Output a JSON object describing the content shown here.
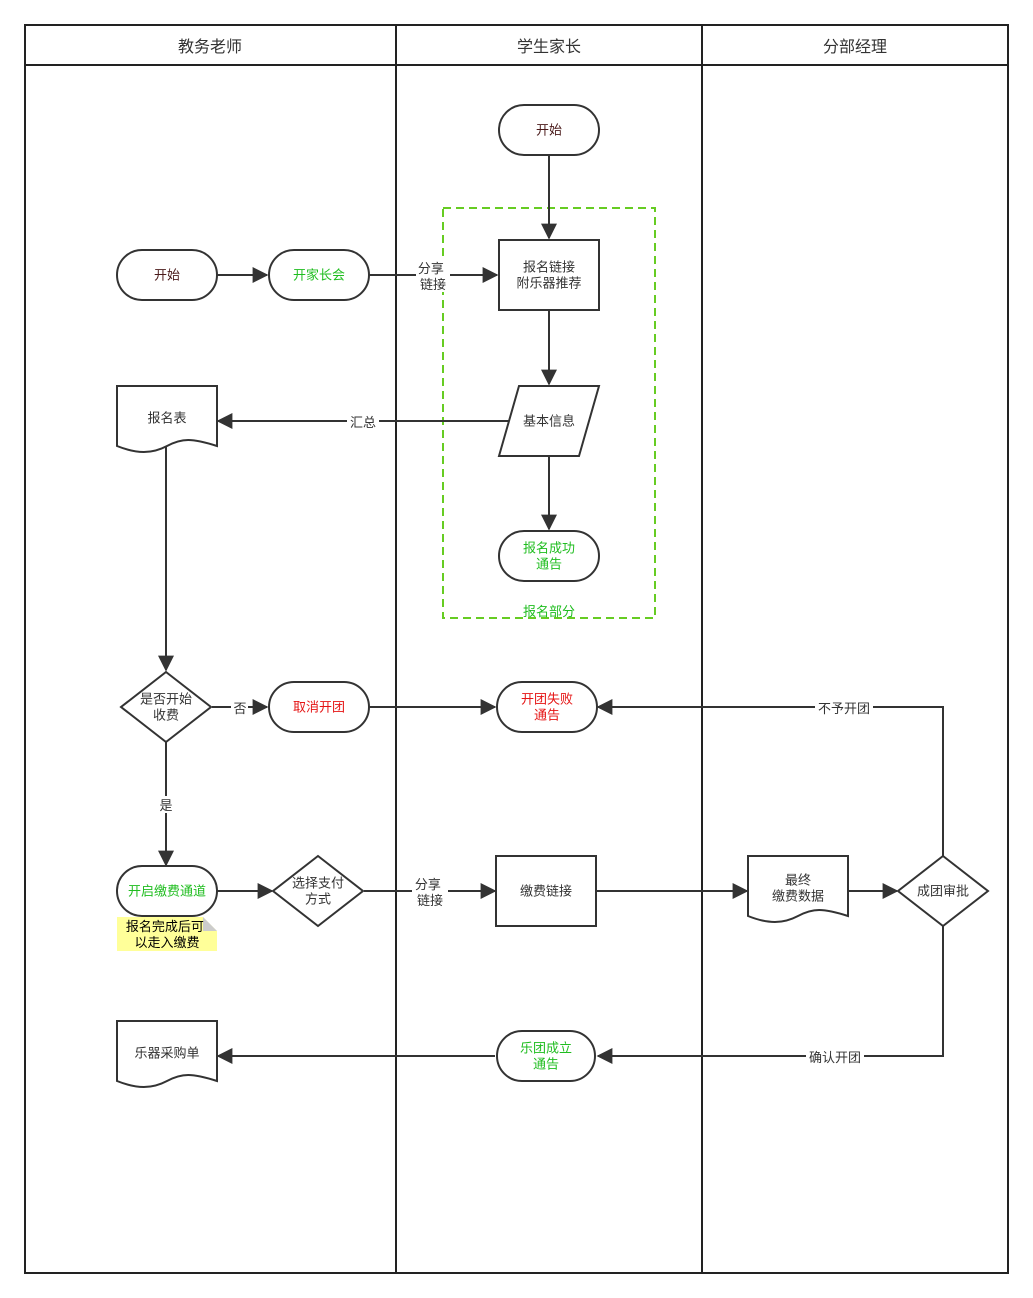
{
  "colors": {
    "black_text": "#333333",
    "green_text": "#1fbd1f",
    "red_text": "#e51414",
    "dashed_group": "#66cc22",
    "note_fill": "#ffff99"
  },
  "lanes": [
    {
      "title": "教务老师"
    },
    {
      "title": "学生家长"
    },
    {
      "title": "分部经理"
    }
  ],
  "group": {
    "label": "报名部分"
  },
  "nodes": {
    "start_parent": {
      "lines": [
        "开始"
      ],
      "color": "#4a1a1a"
    },
    "start_teacher": {
      "lines": [
        "开始"
      ],
      "color": "#4a1a1a"
    },
    "meeting": {
      "lines": [
        "开家长会"
      ],
      "color": "#1fbd1f"
    },
    "signup_link": {
      "lines": [
        "报名链接",
        "附乐器推荐"
      ],
      "color": "#333333"
    },
    "basic_info": {
      "lines": [
        "基本信息"
      ],
      "color": "#333333"
    },
    "signup_success": {
      "lines": [
        "报名成功",
        "通告"
      ],
      "color": "#1fbd1f"
    },
    "signup_sheet": {
      "lines": [
        "报名表"
      ],
      "color": "#333333"
    },
    "start_fee": {
      "lines": [
        "是否开始",
        "收费"
      ],
      "color": "#333333"
    },
    "cancel_group": {
      "lines": [
        "取消开团"
      ],
      "color": "#e51414"
    },
    "fail_notice": {
      "lines": [
        "开团失败",
        "通告"
      ],
      "color": "#e51414"
    },
    "open_payment": {
      "lines": [
        "开启缴费通道"
      ],
      "color": "#1fbd1f"
    },
    "pay_method": {
      "lines": [
        "选择支付",
        "方式"
      ],
      "color": "#333333"
    },
    "pay_link": {
      "lines": [
        "缴费链接"
      ],
      "color": "#333333"
    },
    "final_data": {
      "lines": [
        "最终",
        "缴费数据"
      ],
      "color": "#333333"
    },
    "approve": {
      "lines": [
        "成团审批"
      ],
      "color": "#333333"
    },
    "success_notice": {
      "lines": [
        "乐团成立",
        "通告"
      ],
      "color": "#1fbd1f"
    },
    "purchase_order": {
      "lines": [
        "乐器采购单"
      ],
      "color": "#333333"
    }
  },
  "note": {
    "lines": [
      "报名完成后可",
      "以走入缴费"
    ]
  },
  "edge_labels": {
    "share_link_1": [
      "分享",
      "链接"
    ],
    "summary": [
      "汇总"
    ],
    "no": [
      "否"
    ],
    "yes": [
      "是"
    ],
    "share_link_2": [
      "分享",
      "链接"
    ],
    "reject": [
      "不予开团"
    ],
    "confirm": [
      "确认开团"
    ]
  }
}
